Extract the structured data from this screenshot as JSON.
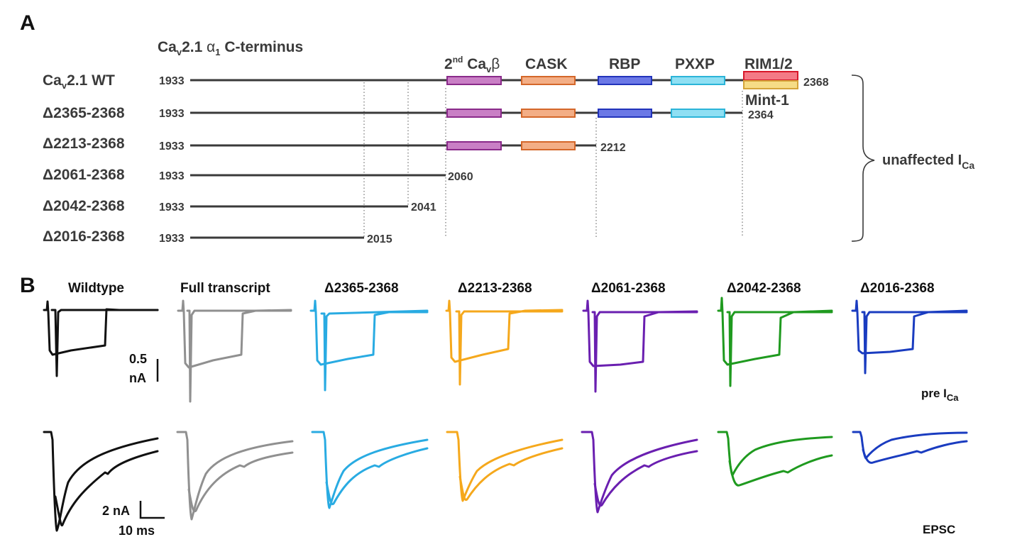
{
  "panel_a": {
    "letter": "A",
    "heading": {
      "main": "Ca",
      "sub": "v",
      "rest": "2.1 ",
      "alpha": "α",
      "alpha_sub": "1",
      "tail": " C-terminus"
    },
    "domains": [
      {
        "key": "cab",
        "label": "2",
        "label_sup": "nd",
        "label_rest": " Ca",
        "label_sub": "v",
        "label_greek": "β",
        "fill": "#c97fc5",
        "stroke": "#8a2a8a"
      },
      {
        "key": "cask",
        "label": "CASK",
        "fill": "#f3ae86",
        "stroke": "#d4672a"
      },
      {
        "key": "rbp",
        "label": "RBP",
        "fill": "#6b78e6",
        "stroke": "#2233bb"
      },
      {
        "key": "pxxp",
        "label": "PXXP",
        "fill": "#8fdff3",
        "stroke": "#2bb4d8"
      },
      {
        "key": "rim",
        "label": "RIM1/2",
        "fill": "#f47a86",
        "stroke": "#d8182a"
      },
      {
        "key": "mint",
        "label": "Mint-1",
        "fill": "#f6dc86",
        "stroke": "#d4a43a"
      }
    ],
    "rows": [
      {
        "label_main": "Ca",
        "label_sub": "v",
        "label_rest": "2.1 WT",
        "start": "1933",
        "end": "2368"
      },
      {
        "label_main": "Δ2365-2368",
        "start": "1933",
        "end": "2364"
      },
      {
        "label_main": "Δ2213-2368",
        "start": "1933",
        "end": "2212"
      },
      {
        "label_main": "Δ2061-2368",
        "start": "1933",
        "end": "2060"
      },
      {
        "label_main": "Δ2042-2368",
        "start": "1933",
        "end": "2041"
      },
      {
        "label_main": "Δ2016-2368",
        "start": "1933",
        "end": "2015"
      }
    ],
    "bracket_label": {
      "main": "unaffected I",
      "sub": "Ca"
    }
  },
  "panel_b": {
    "letter": "B",
    "conditions": [
      {
        "title": "Wildtype",
        "color": "#111111"
      },
      {
        "title": "Full transcript",
        "color": "#909090"
      },
      {
        "title": "Δ2365-2368",
        "color": "#29abe2"
      },
      {
        "title": "Δ2213-2368",
        "color": "#f5a81c"
      },
      {
        "title": "Δ2061-2368",
        "color": "#6a1fb0"
      },
      {
        "title": "Δ2042-2368",
        "color": "#1f9a1f"
      },
      {
        "title": "Δ2016-2368",
        "color": "#1a3cc0"
      }
    ],
    "ica_scale": {
      "line1": "0.5",
      "line2": "nA"
    },
    "epsc_scale": {
      "amp": "2 nA",
      "time": "10 ms"
    },
    "ica_label": {
      "main": "pre I",
      "sub": "Ca"
    },
    "epsc_label": "EPSC"
  }
}
